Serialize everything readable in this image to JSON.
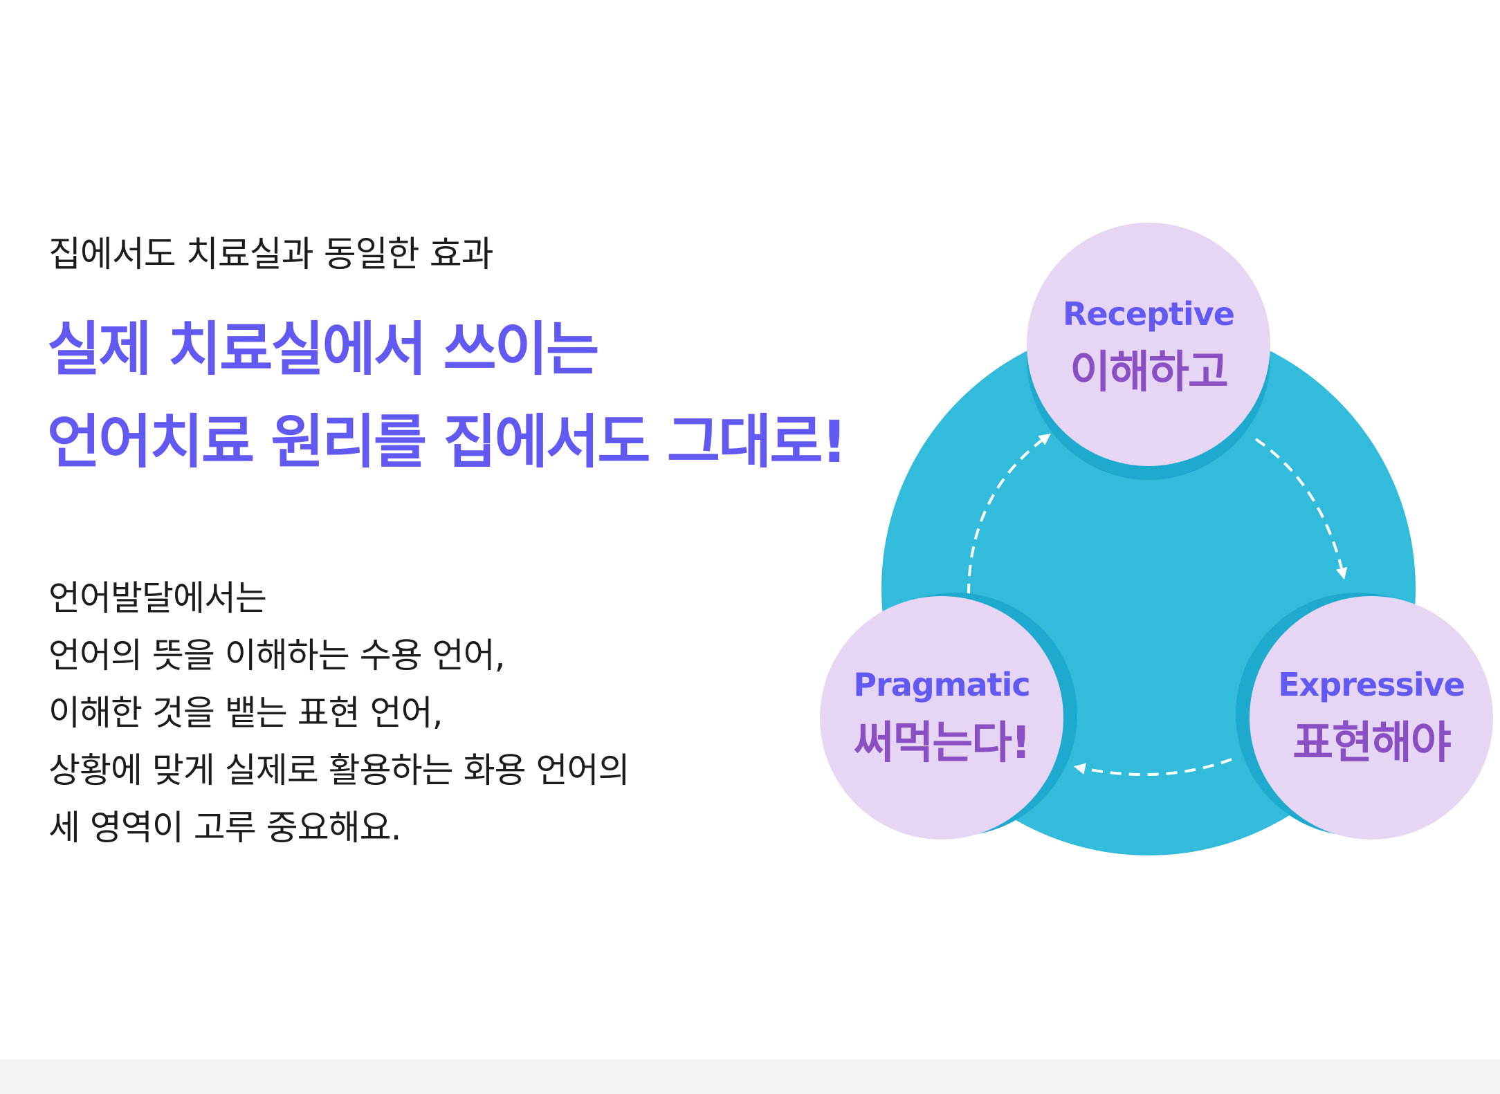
{
  "intro": {
    "eyebrow": "집에서도 치료실과 동일한 효과",
    "headline_lines": [
      "실제 치료실에서 쓰이는",
      "언어치료 원리를 집에서도 그대로!"
    ]
  },
  "description": {
    "lines": [
      "언어발달에서는",
      "언어의 뜻을 이해하는 수용 언어,",
      "이해한 것을 뱉는 표현 언어,",
      "상황에 맞게 실제로 활용하는 화용 언어의",
      "세 영역이 고루 중요해요."
    ]
  },
  "diagram": {
    "nodes": [
      {
        "english": "Receptive",
        "korean": "이해하고"
      },
      {
        "english": "Expressive",
        "korean": "표현해야"
      },
      {
        "english": "Pragmatic",
        "korean": "써먹는다!"
      }
    ]
  },
  "colors": {
    "headline": "#6159f2",
    "body_text": "#1c1c1c",
    "cycle_fill": "#33bbdc",
    "node_shadow": "#1ea9cf",
    "node_fill": "#e6d6f4",
    "node_english": "#6159f2",
    "node_korean": "#8b4fc4",
    "arrow": "#ffffff",
    "bottom_strip": "#f3f4f6"
  }
}
